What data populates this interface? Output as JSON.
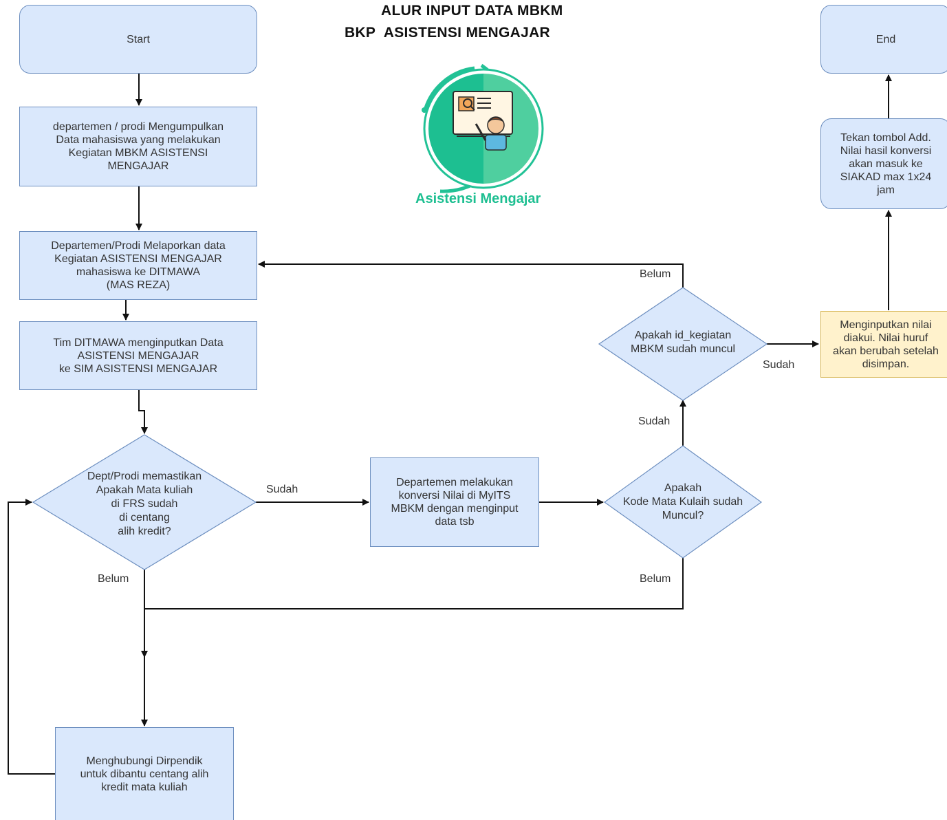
{
  "title": {
    "line1": "ALUR INPUT DATA MBKM",
    "line2_prefix": "BKP",
    "line2_rest": "ASISTENSI MENGAJAR"
  },
  "logo": {
    "caption": "Asistensi Mengajar",
    "icon": "teacher-presentation-icon",
    "colors": {
      "ring": "#22c296",
      "inner_left": "#1dbf91",
      "inner_right": "#4fcf9f"
    }
  },
  "nodes": {
    "start": "Start",
    "collect": "departemen / prodi Mengumpulkan\nData mahasiswa yang melakukan\nKegiatan MBKM ASISTENSI\nMENGAJAR",
    "report": "Departemen/Prodi Melaporkan data\nKegiatan ASISTENSI MENGAJAR\nmahasiswa ke DITMAWA\n(MAS REZA)",
    "input_sim": "Tim DITMAWA menginputkan Data\nASISTENSI MENGAJAR\nke SIM ASISTENSI MENGAJAR",
    "check_frs": "Dept/Prodi memastikan\nApakah Mata kuliah\ndi FRS sudah\ndi centang\nalih kredit?",
    "convert": "Departemen melakukan\nkonversi Nilai di MyITS\nMBKM dengan menginput\ndata tsb",
    "check_kode": "Apakah\nKode Mata Kulaih sudah\nMuncul?",
    "check_id": "Apakah id_kegiatan\nMBKM sudah muncul",
    "input_nilai": "Menginputkan nilai\ndiakui. Nilai huruf\nakan berubah setelah\ndisimpan.",
    "add_button": "Tekan tombol Add.\nNilai hasil konversi\nakan masuk ke\nSIAKAD max 1x24\njam",
    "end": "End",
    "contact": "Menghubungi Dirpendik\nuntuk dibantu centang alih\nkredit mata kuliah"
  },
  "edge_labels": {
    "frs_yes": "Sudah",
    "frs_no": "Belum",
    "kode_yes": "Sudah",
    "kode_no": "Belum",
    "id_yes": "Sudah",
    "id_no": "Belum"
  },
  "colors": {
    "box_fill": "#dae8fc",
    "box_stroke": "#6c8ebf",
    "note_fill": "#fff2cc",
    "note_stroke": "#d6b656",
    "edge": "#111111"
  }
}
